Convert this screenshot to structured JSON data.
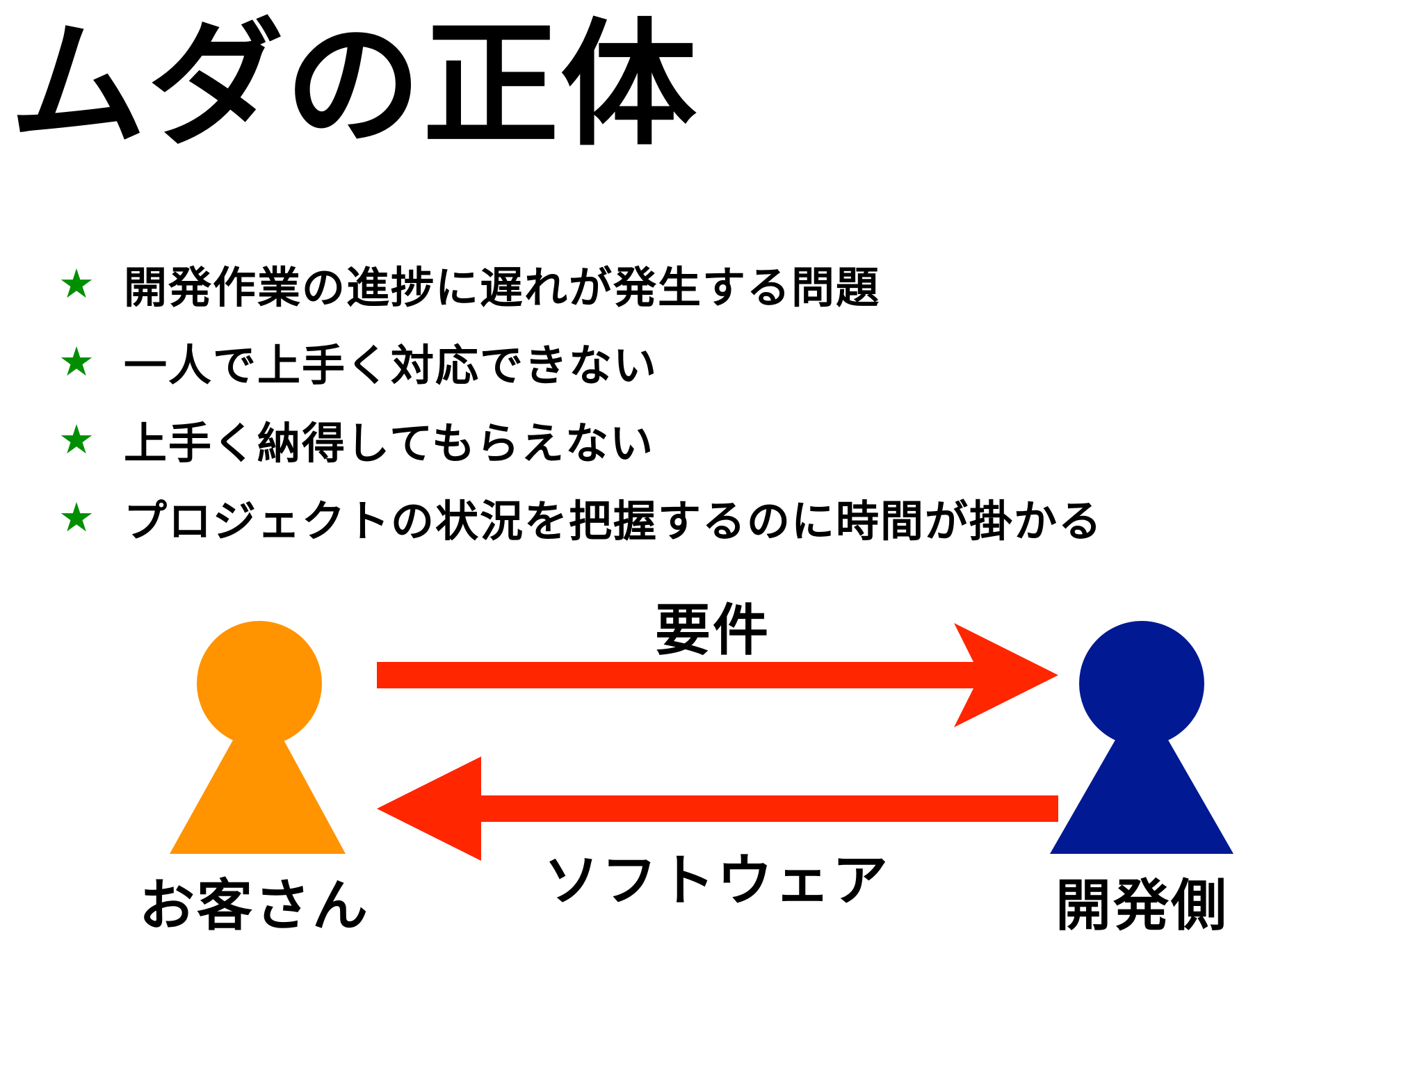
{
  "title": "ムダの正体",
  "bullets": [
    {
      "icon": "star-icon",
      "text": "開発作業の進捗に遅れが発生する問題"
    },
    {
      "icon": "star-icon",
      "text": "一人で上手く対応できない"
    },
    {
      "icon": "star-icon",
      "text": "上手く納得してもらえない"
    },
    {
      "icon": "star-icon",
      "text": "プロジェクトの状況を把握するのに時間が掛かる"
    }
  ],
  "diagram": {
    "customer": {
      "label": "お客さん",
      "color": "#ff9300"
    },
    "developer": {
      "label": "開発側",
      "color": "#011993"
    },
    "top_arrow": {
      "label": "要件",
      "direction": "customer-to-developer",
      "color": "#ff2600"
    },
    "bottom_arrow": {
      "label": "ソフトウェア",
      "direction": "developer-to-customer",
      "color": "#ff2600"
    }
  },
  "colors": {
    "star": "#008f00",
    "text": "#000000",
    "background": "#ffffff"
  }
}
